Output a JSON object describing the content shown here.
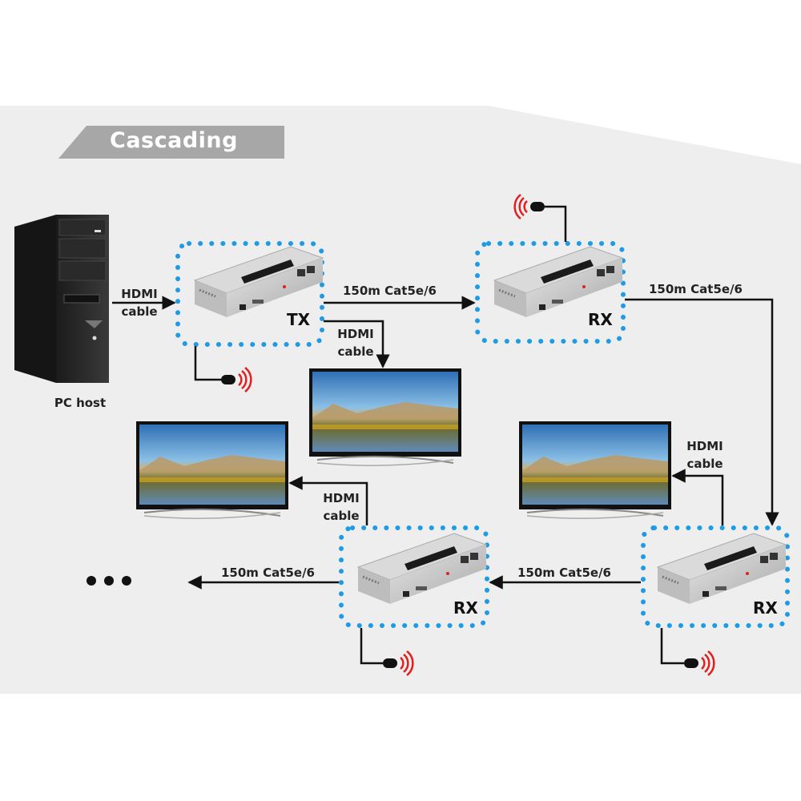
{
  "title": "Cascading",
  "colors": {
    "panel": "#eeeeee",
    "title_band": "#a7a7a7",
    "dotted_border": "#1e9be4",
    "wire": "#111111",
    "ir_signal": "#e02020"
  },
  "pc": {
    "label": "PC host"
  },
  "devices": [
    {
      "id": "tx",
      "label": "TX"
    },
    {
      "id": "rx1",
      "label": "RX"
    },
    {
      "id": "rx2",
      "label": "RX"
    },
    {
      "id": "rx3",
      "label": "RX"
    }
  ],
  "links": {
    "pc_to_tx": {
      "line1": "HDMI",
      "line2": "cable"
    },
    "tx_to_rx1": "150m Cat5e/6",
    "rx1_to_rx2": "150m Cat5e/6",
    "rx2_to_rx3": "150m Cat5e/6",
    "rx3_to_more": "150m Cat5e/6",
    "tx_to_tv": {
      "line1": "HDMI",
      "line2": "cable"
    },
    "rx2_to_tv": {
      "line1": "HDMI",
      "line2": "cable"
    },
    "rx3_to_tv": {
      "line1": "HDMI",
      "line2": "cable"
    }
  },
  "more_indicator": "ellipsis-dots",
  "icons": [
    "pc-tower-icon",
    "extender-box-icon",
    "tv-monitor-icon",
    "ir-sensor-icon"
  ]
}
